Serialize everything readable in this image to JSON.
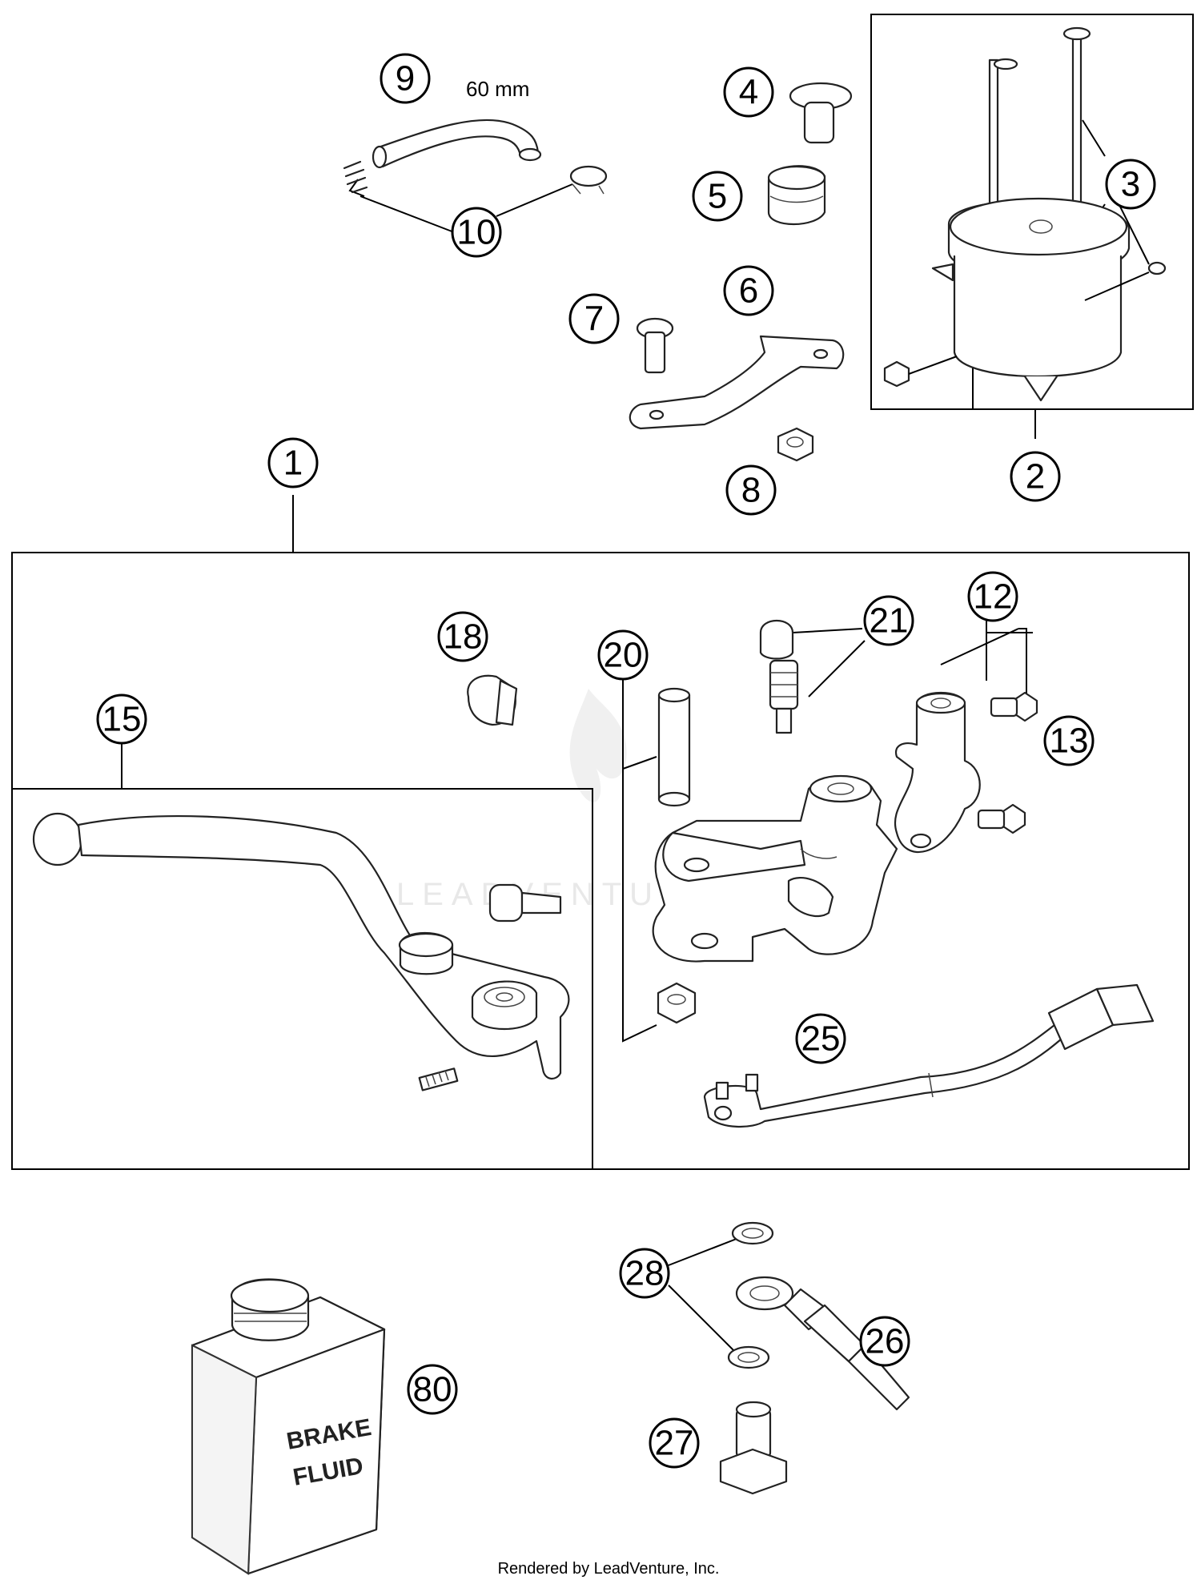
{
  "callouts": [
    "9",
    "10",
    "4",
    "5",
    "3",
    "2",
    "6",
    "7",
    "8",
    "1",
    "18",
    "20",
    "21",
    "12",
    "13",
    "15",
    "25",
    "28",
    "26",
    "80",
    "27"
  ],
  "dimension_label": "60 mm",
  "can_label_line1": "BRAKE",
  "can_label_line2": "FLUID",
  "watermark": "LEADVENTURE",
  "footer": "Rendered by LeadVenture, Inc."
}
